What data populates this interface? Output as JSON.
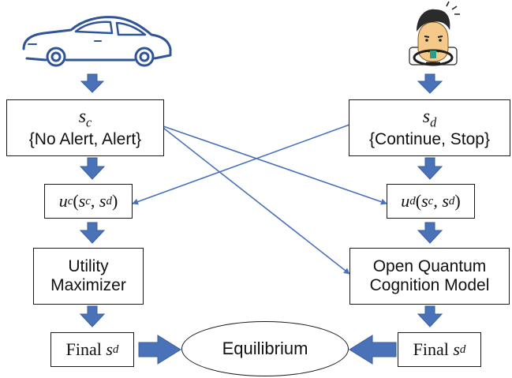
{
  "diagram": {
    "car_state": {
      "symbol": "s",
      "subscript": "c",
      "options": "{No Alert, Alert}"
    },
    "driver_state": {
      "symbol": "s",
      "subscript": "d",
      "options": "{Continue, Stop}"
    },
    "car_utility": {
      "func": "u",
      "func_sub": "c",
      "arg1": "s",
      "arg1_sub": "c",
      "arg2": "s",
      "arg2_sub": "d"
    },
    "driver_utility": {
      "func": "u",
      "func_sub": "d",
      "arg1": "s",
      "arg1_sub": "c",
      "arg2": "s",
      "arg2_sub": "d"
    },
    "utility_maximizer": {
      "line1": "Utility",
      "line2": "Maximizer"
    },
    "quantum_model": {
      "line1": "Open Quantum",
      "line2": "Cognition Model"
    },
    "final_left": {
      "prefix": "Final",
      "symbol": "s",
      "subscript": "d"
    },
    "final_right": {
      "prefix": "Final",
      "symbol": "s",
      "subscript": "d"
    },
    "equilibrium": "Equilibrium"
  },
  "colors": {
    "arrow_fill": "#4a72b8",
    "arrow_stroke": "#3a5d9c",
    "connector": "#4a72b8",
    "box_border": "#1a1a1a"
  },
  "icons": {
    "car": "car-icon",
    "driver": "driver-icon"
  }
}
